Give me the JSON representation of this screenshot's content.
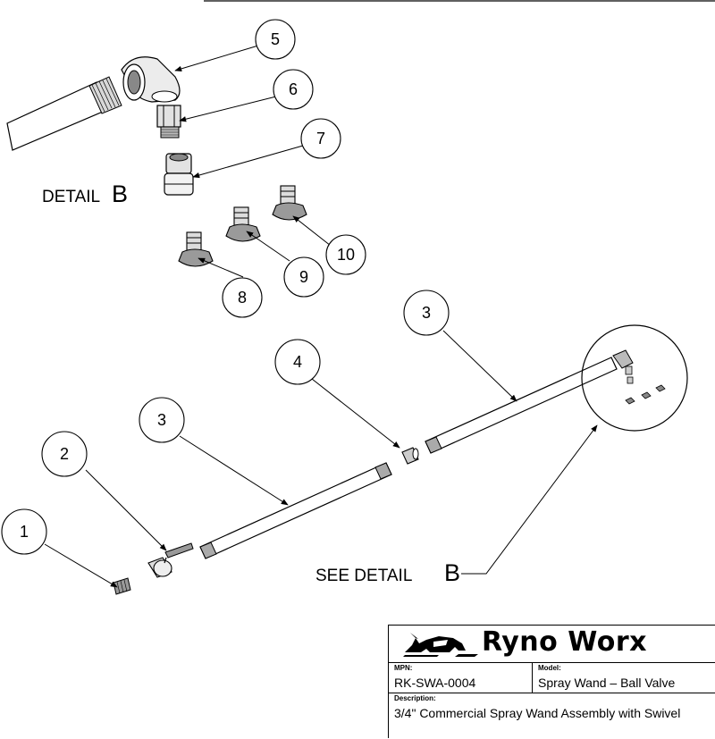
{
  "callouts": [
    {
      "num": "1"
    },
    {
      "num": "2"
    },
    {
      "num": "3"
    },
    {
      "num": "4"
    },
    {
      "num": "3"
    },
    {
      "num": "5"
    },
    {
      "num": "6"
    },
    {
      "num": "7"
    },
    {
      "num": "8"
    },
    {
      "num": "9"
    },
    {
      "num": "10"
    }
  ],
  "detail": {
    "label": "DETAIL",
    "letter": "B"
  },
  "see_detail": {
    "label": "SEE DETAIL",
    "letter": "B"
  },
  "title_block": {
    "brand": "Ryno Worx",
    "mpn_label": "MPN:",
    "mpn_value": "RK-SWA-0004",
    "model_label": "Model:",
    "model_value": "Spray Wand – Ball Valve",
    "description_label": "Description:",
    "description_value": "3/4\" Commercial Spray Wand Assembly with Swivel"
  },
  "icons": [
    "rhino-logo-icon"
  ]
}
